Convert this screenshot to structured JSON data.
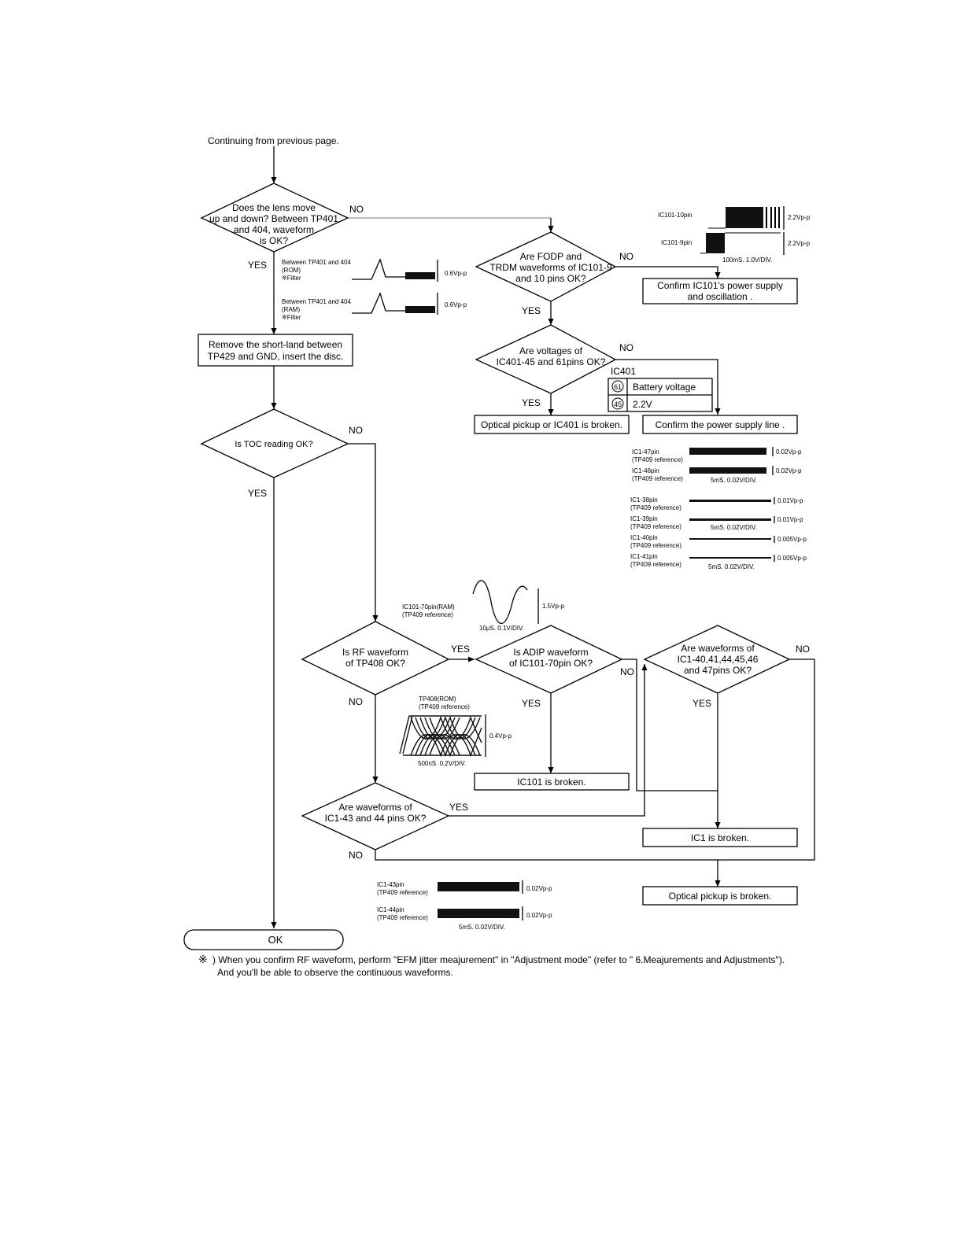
{
  "header": {
    "continuing": "Continuing from previous page."
  },
  "decisions": {
    "lens": [
      "Does the lens move",
      "up and down? Between TP401",
      "and 404, waveform",
      "is OK?"
    ],
    "fodp": [
      "Are FODP and",
      "TRDM waveforms of IC101-9",
      "and 10 pins OK?"
    ],
    "voltages": [
      "Are voltages of",
      "IC401-45 and 61pins OK?"
    ],
    "toc": [
      "Is TOC reading OK?"
    ],
    "rf": [
      "Is RF waveform",
      "of TP408 OK?"
    ],
    "adip": [
      "Is ADIP waveform",
      "of IC101-70pin OK?"
    ],
    "ic1_waves": [
      "Are waveforms of",
      "IC1-40,41,44,45,46",
      "and 47pins OK?"
    ],
    "ic1_43_44": [
      "Are waveforms of",
      "IC1-43 and 44 pins OK?"
    ]
  },
  "actions": {
    "remove_short": [
      "Remove the short-land between",
      "TP429 and GND, insert the disc."
    ],
    "confirm_ic101": [
      "Confirm IC101's power supply",
      "and oscillation ."
    ],
    "optical_ic401": "Optical pickup or IC401 is broken.",
    "confirm_power": "Confirm the power supply line .",
    "ic101_broken": "IC101 is broken.",
    "ic1_broken": "IC1 is broken.",
    "optical_broken": "Optical pickup is broken.",
    "ok": "OK"
  },
  "labels": {
    "yes": "YES",
    "no": "NO"
  },
  "ic401_table": {
    "title": "IC401",
    "rows": [
      {
        "pin": "61",
        "value": "Battery voltage"
      },
      {
        "pin": "45",
        "value": "2.2V"
      }
    ]
  },
  "waveforms": {
    "tp401_rom": {
      "lines": [
        "Between TP401 and 404",
        "(ROM)",
        "※Filter"
      ],
      "amp": "0.6Vp-p"
    },
    "tp401_ram": {
      "lines": [
        "Between TP401 and 404",
        "(RAM)",
        "※Filter"
      ],
      "amp": "0.6Vp-p"
    },
    "ic101_10pin": {
      "label": "IC101-10pin",
      "amp": "2.2Vp-p"
    },
    "ic101_9pin": {
      "label": "IC101-9pin",
      "amp": "2.2Vp-p",
      "scale": "100mS. 1.0V/DIV."
    },
    "ic1_47": {
      "lines": [
        "IC1-47pin",
        "(TP409 reference)"
      ],
      "amp": "0.02Vp-p"
    },
    "ic1_46": {
      "lines": [
        "IC1-46pin",
        "(TP409 reference)"
      ],
      "amp": "0.02Vp-p",
      "scale": "5mS. 0.02V/DIV."
    },
    "ic1_38": {
      "lines": [
        "IC1-38pin",
        "(TP409 reference)"
      ],
      "amp": "0.01Vp-p"
    },
    "ic1_39": {
      "lines": [
        "IC1-39pin",
        "(TP409 reference)"
      ],
      "amp": "0.01Vp-p",
      "scale": "5mS. 0.02V/DIV."
    },
    "ic1_40": {
      "lines": [
        "IC1-40pin",
        "(TP409 reference)"
      ],
      "amp": "0.005Vp-p"
    },
    "ic1_41": {
      "lines": [
        "IC1-41pin",
        "(TP409 reference)"
      ],
      "amp": "0.005Vp-p",
      "scale": "5mS. 0.02V/DIV."
    },
    "ic101_70": {
      "lines": [
        "IC101-70pin(RAM)",
        "(TP409 reference)"
      ],
      "amp": "1.5Vp-p",
      "scale": "10μS. 0.1V/DIV."
    },
    "tp408": {
      "lines": [
        "TP408(ROM)",
        "(TP409 reference)"
      ],
      "amp": "0.4Vp-p",
      "scale": "500nS. 0.2V/DIV."
    },
    "ic1_43": {
      "lines": [
        "IC1-43pin",
        "(TP409 reference)"
      ],
      "amp": "0.02Vp-p"
    },
    "ic1_44": {
      "lines": [
        "IC1-44pin",
        "(TP409 reference)"
      ],
      "amp": "0.02Vp-p",
      "scale": "5mS. 0.02V/DIV."
    }
  },
  "footnote": {
    "mark": "※",
    "line1": ") When you confirm RF waveform, perform \"EFM jitter meajurement\" in \"Adjustment mode\" (refer to \" 6.Meajurements and  Adjustments\").",
    "line2": "And you'll be    able to observe the continuous waveforms."
  }
}
